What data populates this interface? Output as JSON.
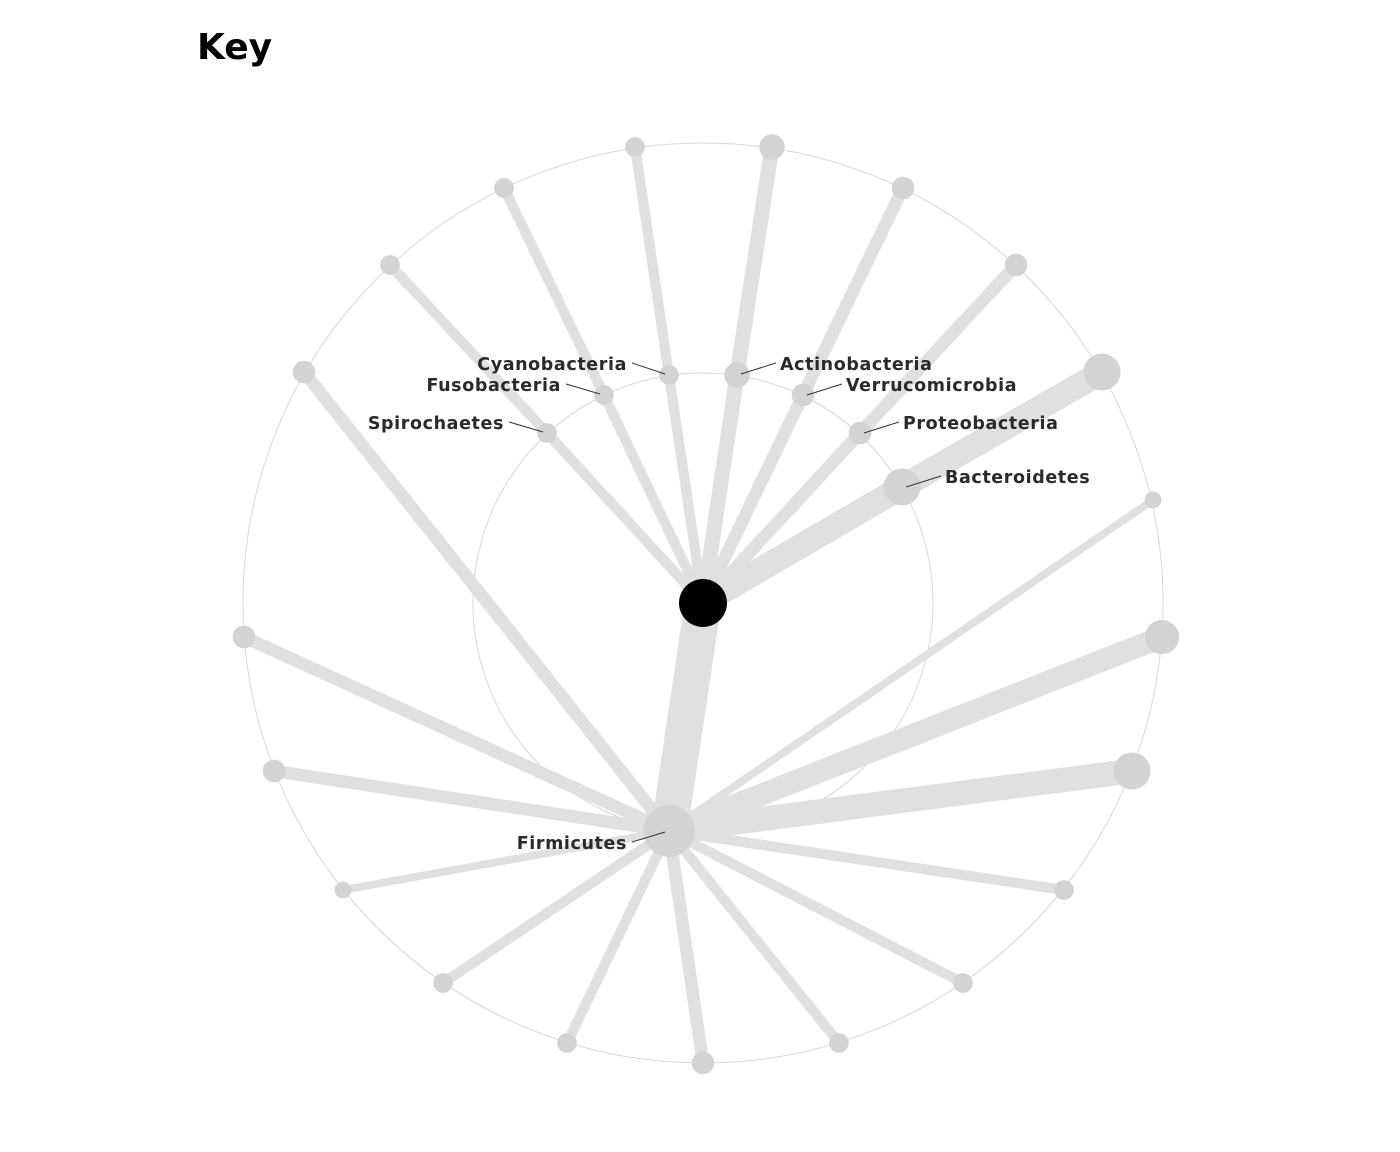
{
  "title": "Key",
  "colors": {
    "root": "#000000",
    "node": "#d3d3d3",
    "edge": "#e0e0e0",
    "ring": "#d8d8d8",
    "label": "#2a2a2a",
    "leader": "#333333"
  },
  "tree": {
    "root": "root",
    "levels": [
      "phylum",
      "class"
    ],
    "phyla": [
      {
        "id": "bacteroidetes",
        "label": "Bacteroidetes",
        "weight": 9
      },
      {
        "id": "proteobacteria",
        "label": "Proteobacteria",
        "weight": 4
      },
      {
        "id": "verrucomicrobia",
        "label": "Verrucomicrobia",
        "weight": 4
      },
      {
        "id": "actinobacteria",
        "label": "Actinobacteria",
        "weight": 5
      },
      {
        "id": "cyanobacteria",
        "label": "Cyanobacteria",
        "weight": 3
      },
      {
        "id": "fusobacteria",
        "label": "Fusobacteria",
        "weight": 3
      },
      {
        "id": "spirochaetes",
        "label": "Spirochaetes",
        "weight": 3
      },
      {
        "id": "firmicutes",
        "label": "Firmicutes",
        "weight": 14
      }
    ],
    "classes": [
      {
        "parent": "bacteroidetes",
        "weight": 9
      },
      {
        "parent": "proteobacteria",
        "weight": 4
      },
      {
        "parent": "verrucomicrobia",
        "weight": 4
      },
      {
        "parent": "actinobacteria",
        "weight": 5
      },
      {
        "parent": "cyanobacteria",
        "weight": 3
      },
      {
        "parent": "fusobacteria",
        "weight": 3
      },
      {
        "parent": "spirochaetes",
        "weight": 3
      },
      {
        "parent": "firmicutes",
        "weight": 2
      },
      {
        "parent": "firmicutes",
        "weight": 8
      },
      {
        "parent": "firmicutes",
        "weight": 9
      },
      {
        "parent": "firmicutes",
        "weight": 3
      },
      {
        "parent": "firmicutes",
        "weight": 3
      },
      {
        "parent": "firmicutes",
        "weight": 3
      },
      {
        "parent": "firmicutes",
        "weight": 4
      },
      {
        "parent": "firmicutes",
        "weight": 3
      },
      {
        "parent": "firmicutes",
        "weight": 3
      },
      {
        "parent": "firmicutes",
        "weight": 2
      },
      {
        "parent": "firmicutes",
        "weight": 4
      },
      {
        "parent": "firmicutes",
        "weight": 4
      },
      {
        "parent": "firmicutes",
        "weight": 4
      }
    ]
  }
}
